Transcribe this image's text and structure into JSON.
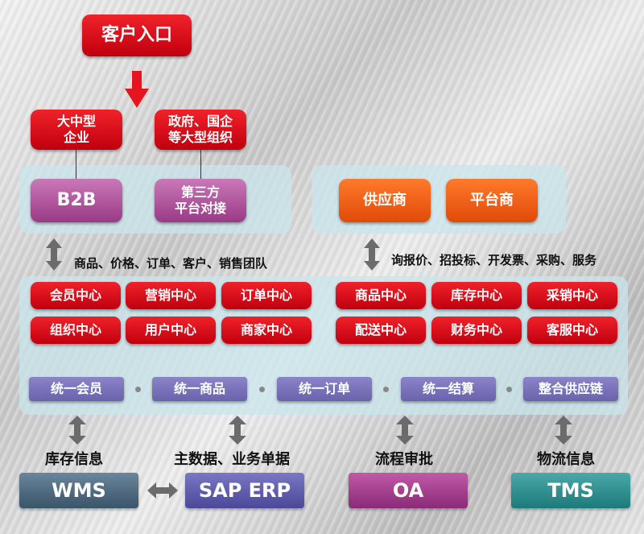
{
  "top": {
    "label": "客户入口"
  },
  "clients": [
    {
      "label": "大中型\n企业"
    },
    {
      "label": "政府、国企\n等大型组织"
    }
  ],
  "channels": [
    {
      "label": "B2B"
    },
    {
      "label": "第三方\n平台对接"
    }
  ],
  "suppliers": [
    {
      "label": "供应商"
    },
    {
      "label": "平台商"
    }
  ],
  "flows": {
    "left": "商品、价格、订单、客户、销售团队",
    "right": "询报价、招投标、开发票、采购、服务"
  },
  "centers_left": [
    [
      "会员中心",
      "营销中心",
      "订单中心"
    ],
    [
      "组织中心",
      "用户中心",
      "商家中心"
    ]
  ],
  "centers_right": [
    [
      "商品中心",
      "库存中心",
      "采销中心"
    ],
    [
      "配送中心",
      "财务中心",
      "客服中心"
    ]
  ],
  "unify": [
    "统一会员",
    "统一商品",
    "统一订单",
    "统一结算",
    "整合供应链"
  ],
  "systems": [
    {
      "label": "WMS",
      "note": "库存信息",
      "color": "#4a6478"
    },
    {
      "label": "SAP ERP",
      "note": "主数据、业务单据",
      "color": "#5a58a8"
    },
    {
      "label": "OA",
      "note": "流程审批",
      "color": "#a03a8a"
    },
    {
      "label": "TMS",
      "note": "物流信息",
      "color": "#2a8a8a"
    }
  ]
}
